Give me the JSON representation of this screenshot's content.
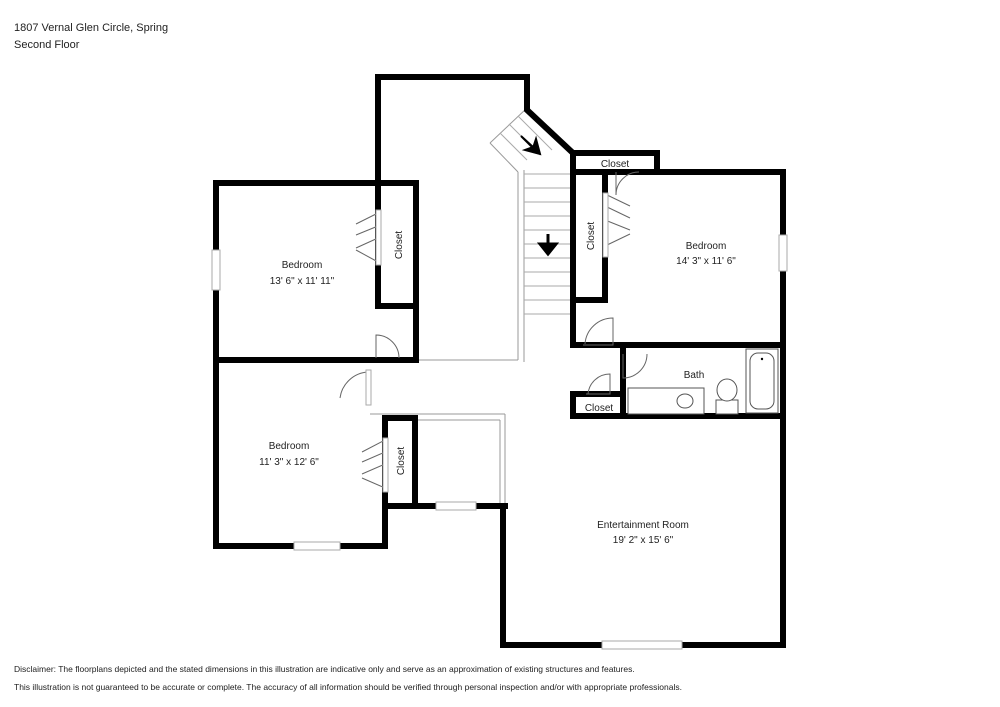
{
  "header": {
    "address": "1807 Vernal Glen Circle, Spring",
    "floor": "Second Floor"
  },
  "rooms": {
    "bedroom_nw": {
      "name": "Bedroom",
      "dims": "13' 6\" x 11' 11\""
    },
    "bedroom_sw": {
      "name": "Bedroom",
      "dims": "11' 3\" x 12' 6\""
    },
    "bedroom_ne": {
      "name": "Bedroom",
      "dims": "14' 3\" x 11' 6\""
    },
    "bath": {
      "name": "Bath"
    },
    "entertainment": {
      "name": "Entertainment Room",
      "dims": "19' 2\" x 15' 6\""
    },
    "closet_nw": {
      "name": "Closet"
    },
    "closet_sw": {
      "name": "Closet"
    },
    "closet_ne": {
      "name": "Closet"
    },
    "closet_top": {
      "name": "Closet"
    },
    "closet_hall": {
      "name": "Closet"
    }
  },
  "disclaimer": {
    "line1": "Disclaimer: The floorplans depicted and the stated dimensions in this illustration are indicative only and serve as an approximation of existing structures and features.",
    "line2": "This illustration is not guaranteed to be accurate or complete. The accuracy of all information should be verified through personal inspection and/or with appropriate professionals."
  }
}
